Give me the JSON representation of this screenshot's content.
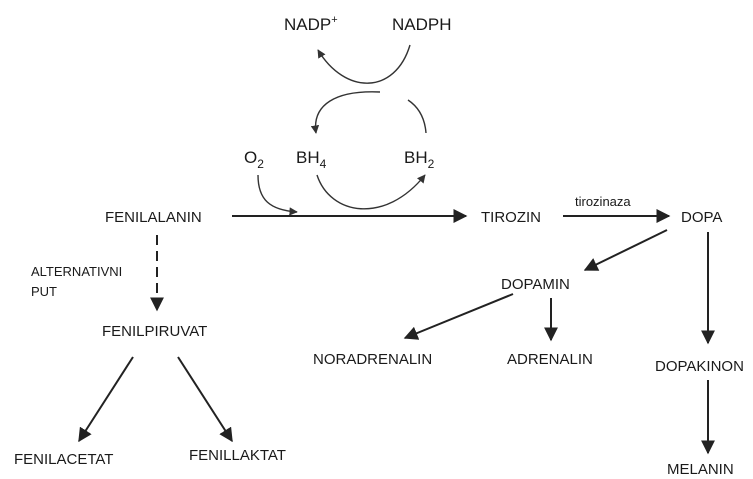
{
  "cofactors": {
    "nadp_plus": "NADP",
    "nadp_plus_sup": "+",
    "nadph": "NADPH",
    "o2": "O",
    "o2_sub": "2",
    "bh4": "BH",
    "bh4_sub": "4",
    "bh2": "BH",
    "bh2_sub": "2"
  },
  "nodes": {
    "fenilalanin": "FENILALANIN",
    "tirozin": "TIROZIN",
    "dopa": "DOPA",
    "dopamin": "DOPAMIN",
    "noradrenalin": "NORADRENALIN",
    "adrenalin": "ADRENALIN",
    "dopakinon": "DOPAKINON",
    "melanin": "MELANIN",
    "fenilpiruvat": "FENILPIRUVAT",
    "fenilacetat": "FENILACETAT",
    "fenillaktat": "FENILLAKTAT"
  },
  "labels": {
    "tirozinaza": "tirozinaza",
    "alternativni": "ALTERNATIVNI",
    "put": "PUT"
  }
}
